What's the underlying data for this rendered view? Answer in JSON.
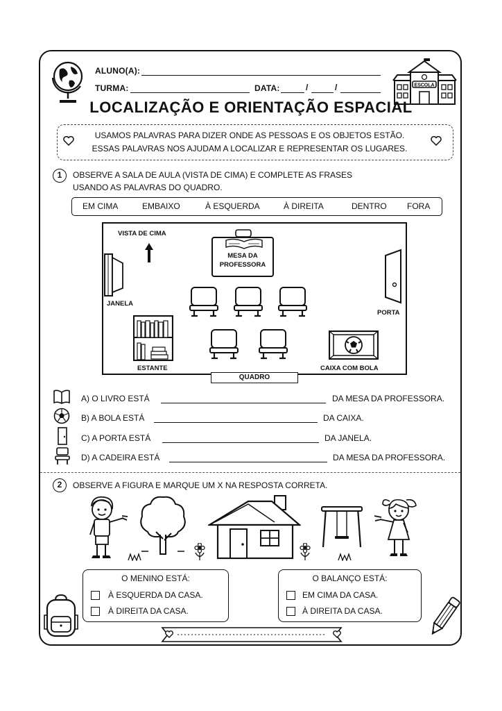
{
  "header": {
    "aluno_label": "ALUNO(A):",
    "turma_label": "TURMA:",
    "data_label": "DATA:",
    "data_sep1": "/",
    "data_sep2": "/",
    "school_sign": "ESCOLA",
    "title": "LOCALIZAÇÃO E ORIENTAÇÃO ESPACIAL"
  },
  "intro": {
    "line1": "USAMOS PALAVRAS PARA DIZER ONDE AS PESSOAS E OS OBJETOS ESTÃO.",
    "line2": "ESSAS PALAVRAS NOS AJUDAM A LOCALIZAR E REPRESENTAR OS LUGARES."
  },
  "q1": {
    "number": "1",
    "line1": "OBSERVE A SALA DE AULA (VISTA DE CIMA) E COMPLETE AS FRASES",
    "line2": "USANDO AS PALAVRAS DO QUADRO.",
    "words": [
      "EM CIMA",
      "EMBAIXO",
      "À ESQUERDA",
      "À DIREITA",
      "DENTRO",
      "FORA"
    ],
    "room": {
      "view_label": "VISTA DE CIMA",
      "desk_label_1": "MESA DA",
      "desk_label_2": "PROFESSORA",
      "window_label": "JANELA",
      "door_label": "PORTA",
      "shelf_label": "ESTANTE",
      "box_label": "CAIXA COM BOLA",
      "board_label": "QUADRO"
    },
    "sentences": [
      {
        "start": "A) O LIVRO ESTÁ",
        "end": "DA MESA DA PROFESSORA.",
        "icon": "book-icon"
      },
      {
        "start": "B) A BOLA ESTÁ",
        "end": "DA CAIXA.",
        "icon": "soccer-ball-icon"
      },
      {
        "start": "C) A PORTA ESTÁ",
        "end": "DA JANELA.",
        "icon": "door-icon"
      },
      {
        "start": "D) A CADEIRA ESTÁ",
        "end": "DA MESA DA PROFESSORA.",
        "icon": "chair-icon"
      }
    ]
  },
  "q2": {
    "number": "2",
    "text": "OBSERVE A FIGURA E MARQUE UM X NA RESPOSTA CORRETA.",
    "left_box": {
      "title": "O MENINO ESTÁ:",
      "options": [
        "À ESQUERDA DA CASA.",
        "À DIREITA DA CASA."
      ]
    },
    "right_box": {
      "title": "O BALANÇO ESTÁ:",
      "options": [
        "EM CIMA DA CASA.",
        "À DIREITA DA CASA."
      ]
    }
  },
  "icons": [
    "globe-icon",
    "school-icon",
    "heart-icon",
    "backpack-icon",
    "pencil-icon",
    "boy-icon",
    "girl-icon",
    "tree-icon",
    "house-icon",
    "swing-icon",
    "flower-icon"
  ]
}
